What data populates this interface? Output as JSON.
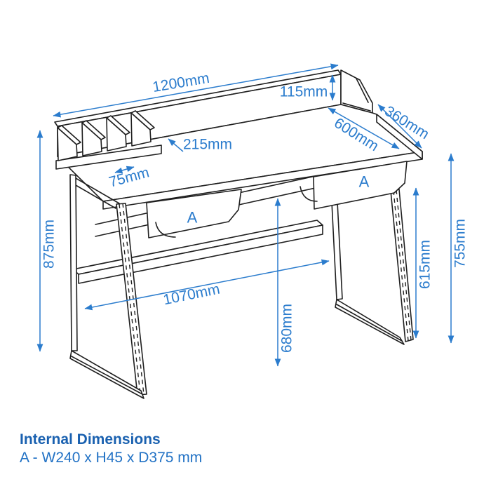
{
  "colors": {
    "dimension_blue": "#2b7ccd",
    "footer_blue": "#2272c5",
    "line_black": "#1f1f1f",
    "background": "#ffffff"
  },
  "drawing": {
    "subject": "desk-with-riser-organizer-two-drawers-a-frame-legs",
    "labels": {
      "width": "1200mm",
      "riser_height": "115mm",
      "desktop_depth": "600mm",
      "side_depth": "360mm",
      "organizer_depth": "215mm",
      "organizer_slot_width": "75mm",
      "overall_height": "875mm",
      "frame_height": "755mm",
      "leg_inner_height": "615mm",
      "leg_span": "1070mm",
      "clearance_height": "680mm",
      "drawer_left": "A",
      "drawer_right": "A"
    }
  },
  "footer": {
    "title": "Internal Dimensions",
    "detail": "A - W240 x H45 x D375 mm"
  }
}
